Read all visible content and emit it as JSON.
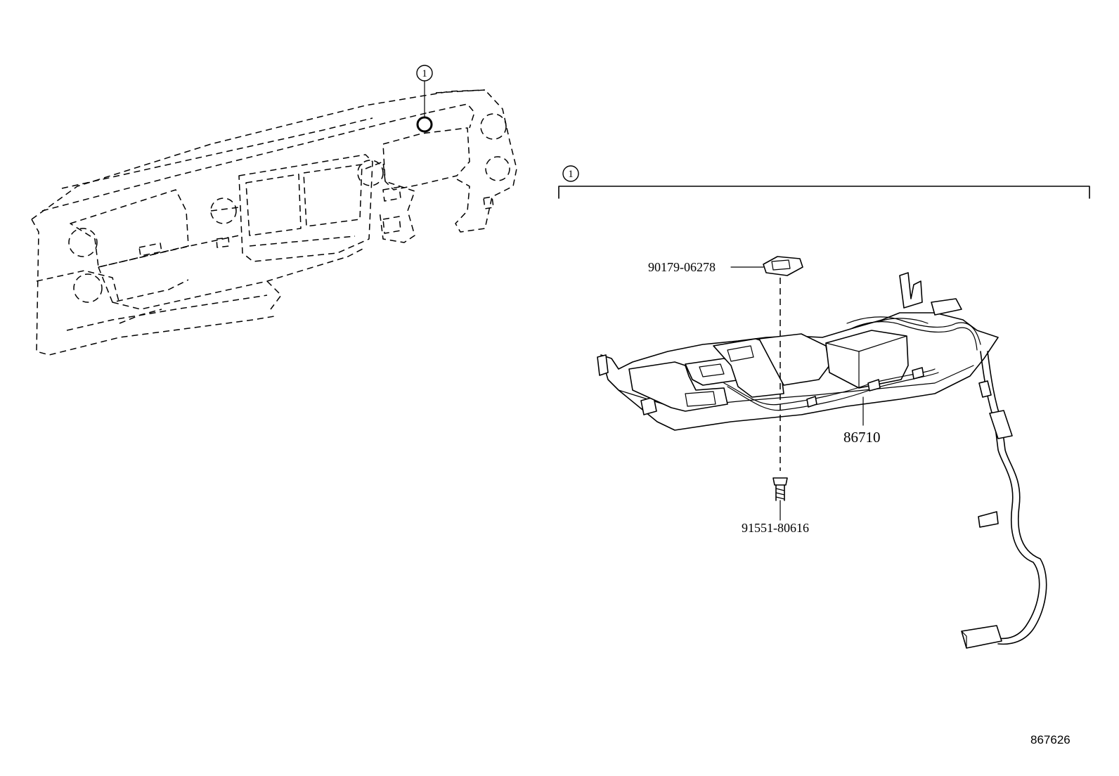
{
  "callouts": {
    "dash_callout_number": "1",
    "assembly_callout_number": "1"
  },
  "parts": {
    "nut": "90179-06278",
    "sensor_assembly": "86710",
    "screw": "91551-80616"
  },
  "illustration_id": "867626"
}
